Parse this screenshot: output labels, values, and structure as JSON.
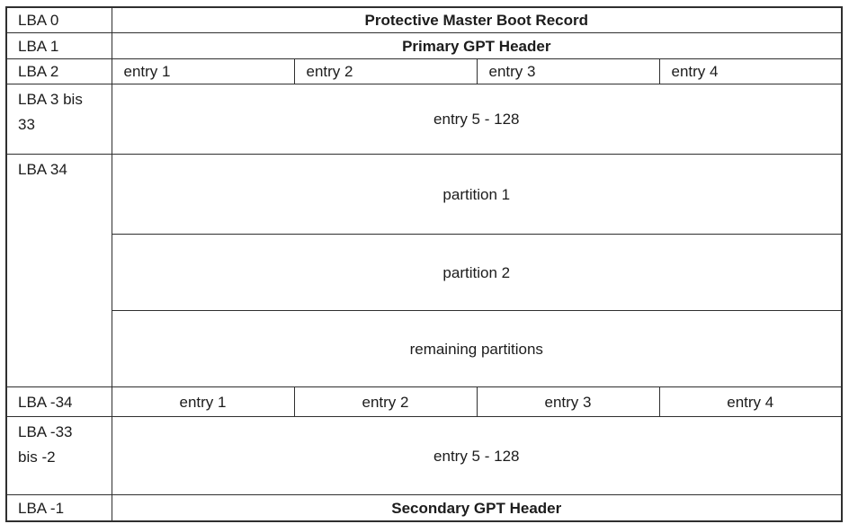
{
  "colors": {
    "background": "#ffffff",
    "border": "#2f2f2f",
    "text": "#1c1c1c"
  },
  "layout": {
    "lba0": {
      "lba": "LBA 0",
      "content": "Protective Master Boot Record"
    },
    "lba1": {
      "lba": "LBA 1",
      "content": "Primary GPT Header"
    },
    "lba2": {
      "lba": "LBA 2",
      "entries": [
        "entry 1",
        "entry 2",
        "entry 3",
        "entry 4"
      ]
    },
    "lba3_bis_33": {
      "lba": "LBA 3 bis 33",
      "content": "entry 5 - 128"
    },
    "lba34": {
      "lba": "LBA 34",
      "partitions": [
        "partition 1",
        "partition 2",
        "remaining partitions"
      ]
    },
    "lba_minus34": {
      "lba": "LBA -34",
      "entries": [
        "entry 1",
        "entry 2",
        "entry 3",
        "entry 4"
      ]
    },
    "lba_minus33_bis_minus2": {
      "lba": "LBA -33 bis -2",
      "content": "entry 5 - 128"
    },
    "lba_minus1": {
      "lba": "LBA -1",
      "content": "Secondary GPT Header"
    }
  }
}
